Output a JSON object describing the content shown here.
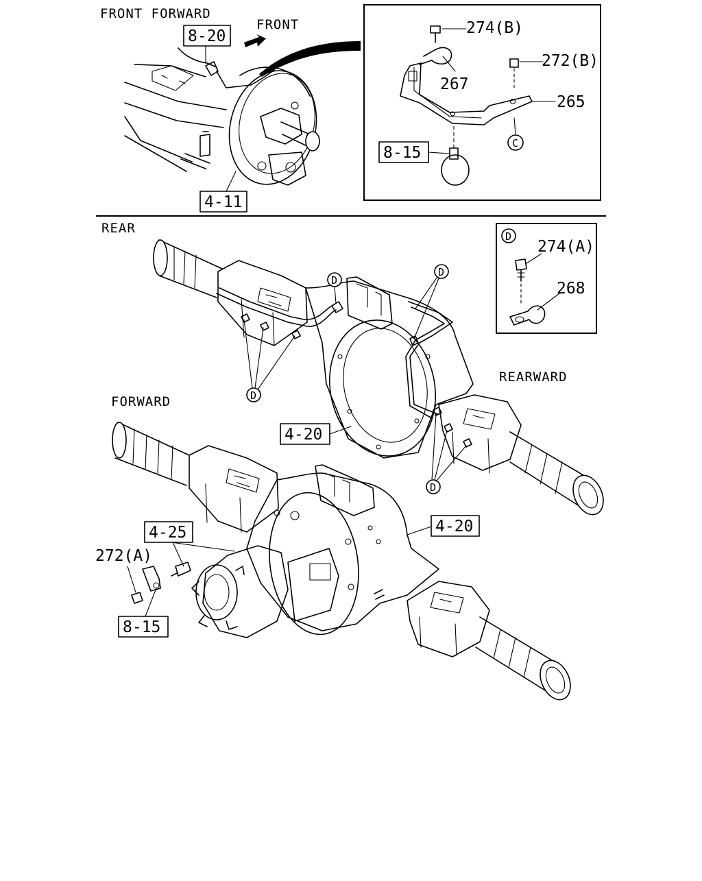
{
  "top_left": {
    "title": "FRONT  FORWARD",
    "front_label": "FRONT",
    "ref_8_20": "8-20",
    "ref_4_11": "4-11"
  },
  "detail_box_top": {
    "p274b": "274(B)",
    "p272b": "272(B)",
    "p267": "267",
    "p265": "265",
    "ref_8_15": "8-15",
    "circle_c": "C"
  },
  "rear": {
    "title": "REAR",
    "rearward": "REARWARD",
    "forward": "FORWARD",
    "d": "D",
    "ref_4_20": "4-20",
    "ref_4_25": "4-25",
    "p272a": "272(A)",
    "ref_8_15": "8-15"
  },
  "detail_box_d": {
    "circle_d": "D",
    "p274a": "274(A)",
    "p268": "268"
  }
}
